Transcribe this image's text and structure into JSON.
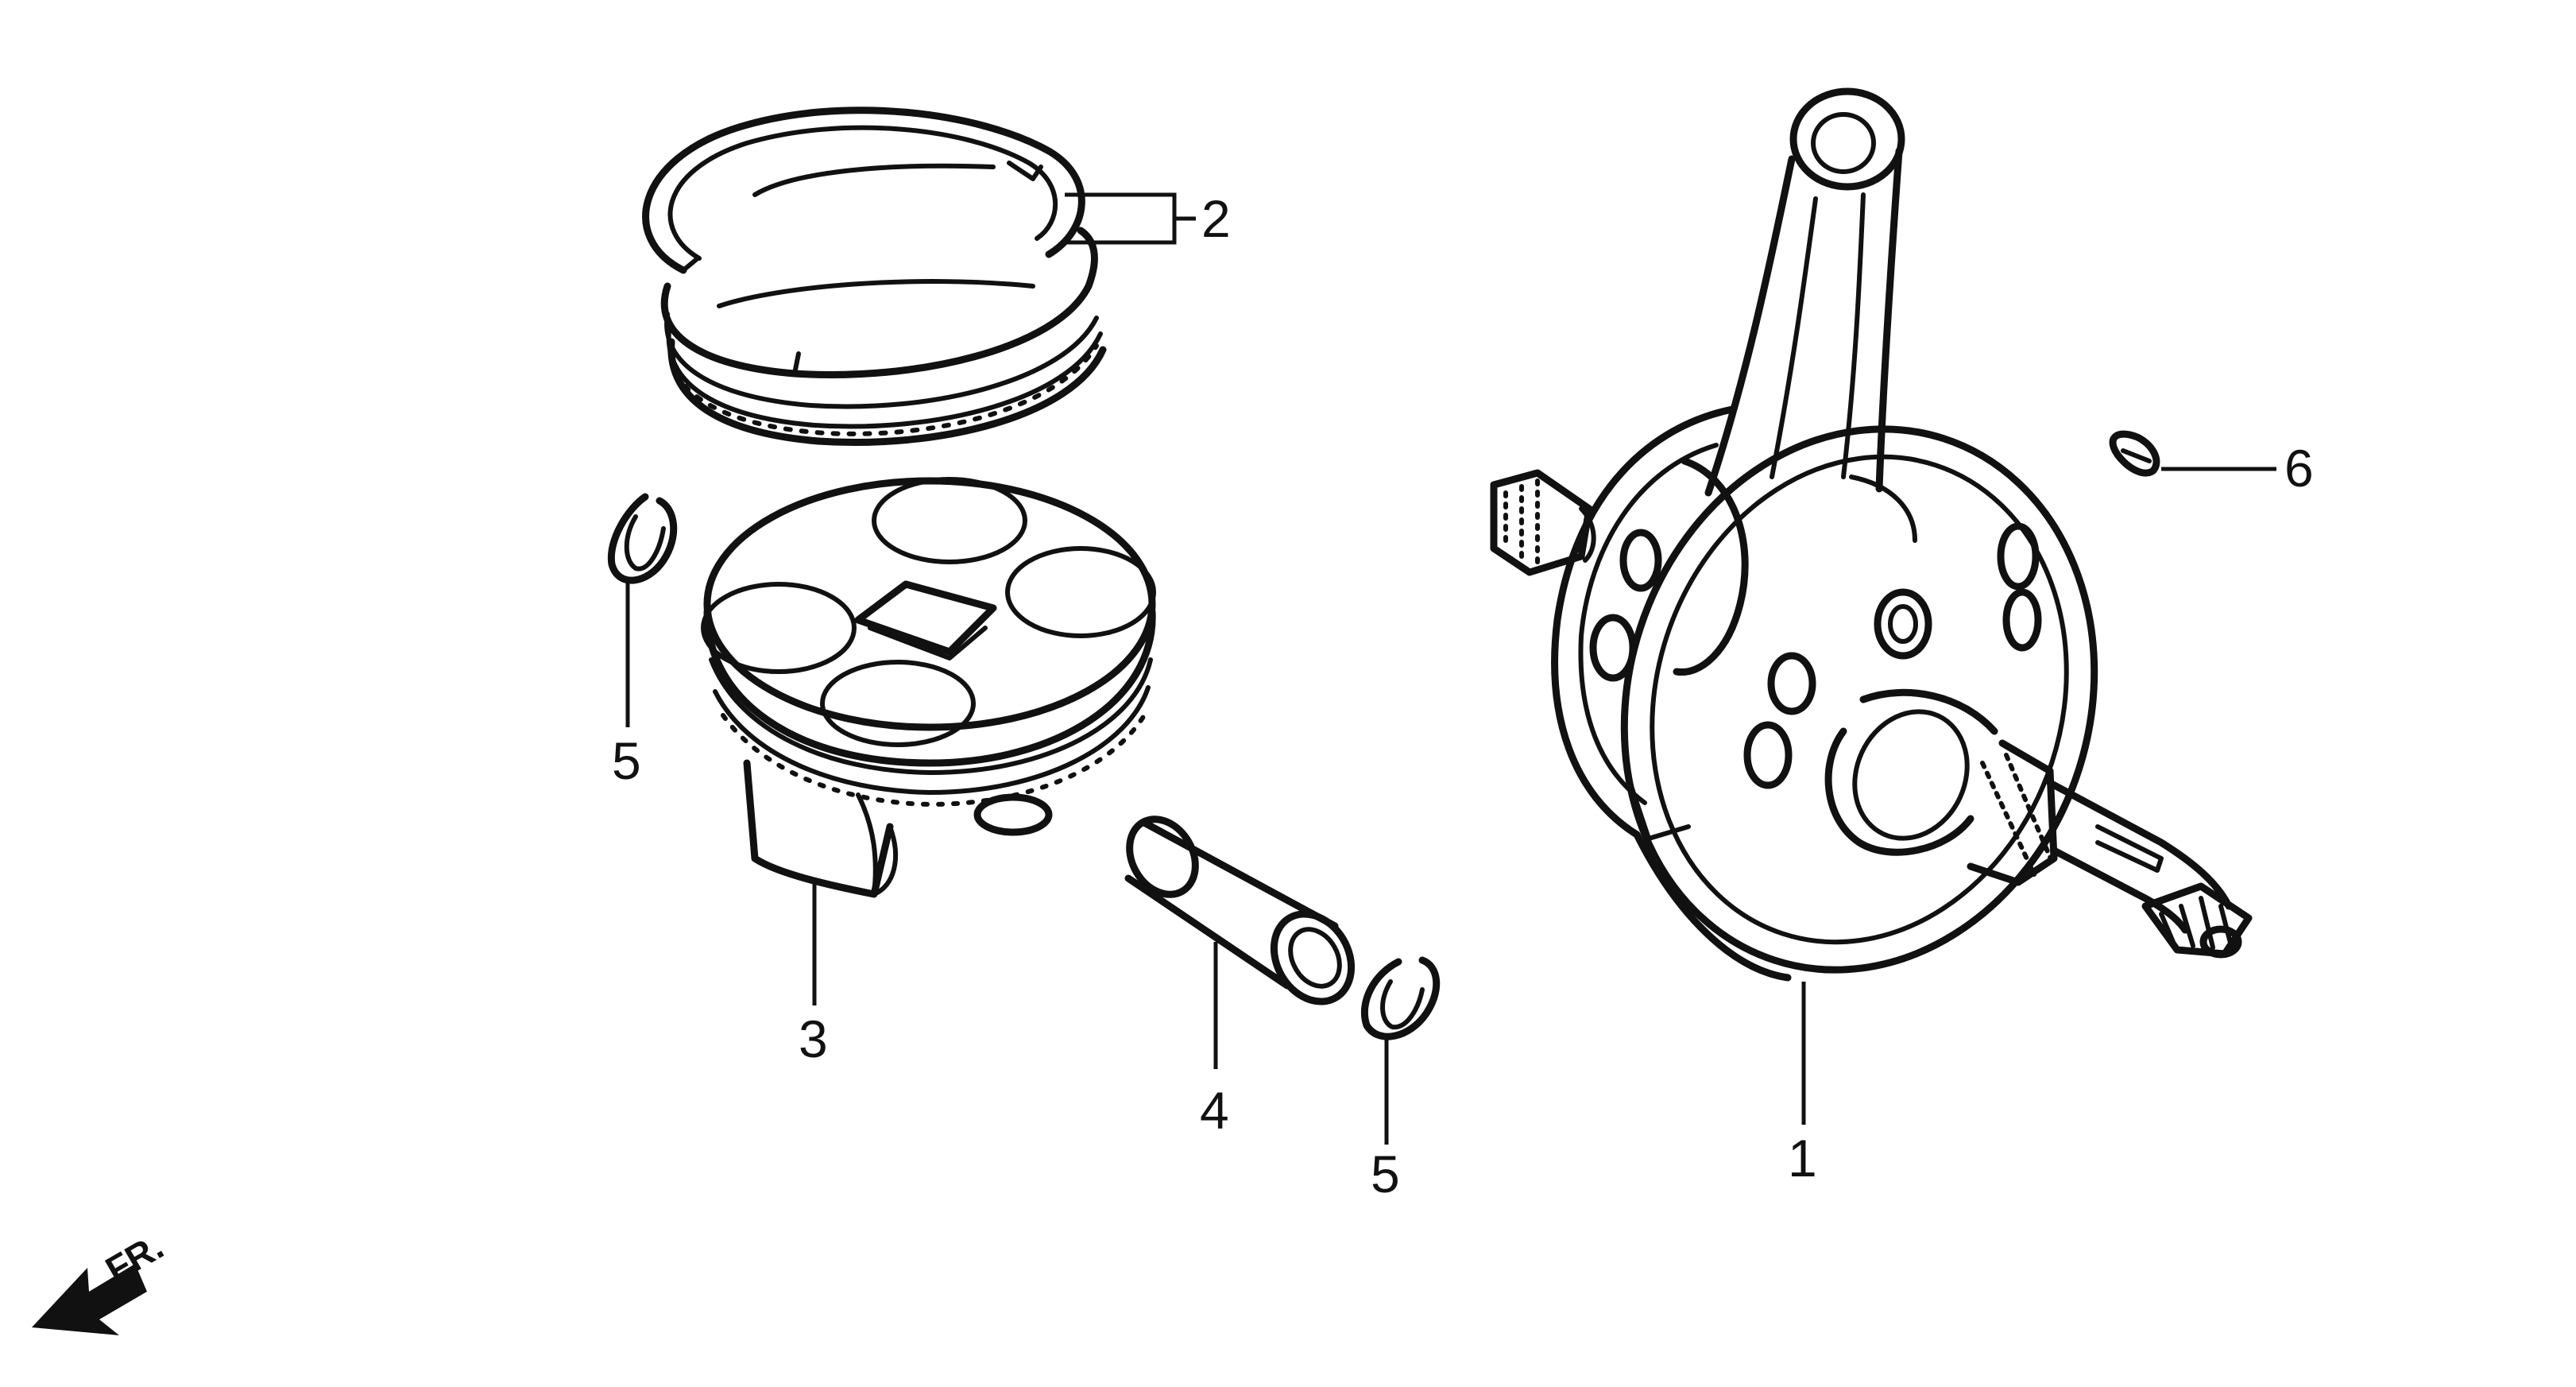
{
  "callouts": {
    "crankshaft": "1",
    "piston_rings": "2",
    "piston": "3",
    "piston_pin": "4",
    "clip_left": "5",
    "clip_right": "5",
    "key": "6"
  },
  "direction_marker": {
    "label": "FR.",
    "icon": "front-direction-arrow-icon"
  },
  "colors": {
    "line": "#111111",
    "background": "#ffffff"
  }
}
